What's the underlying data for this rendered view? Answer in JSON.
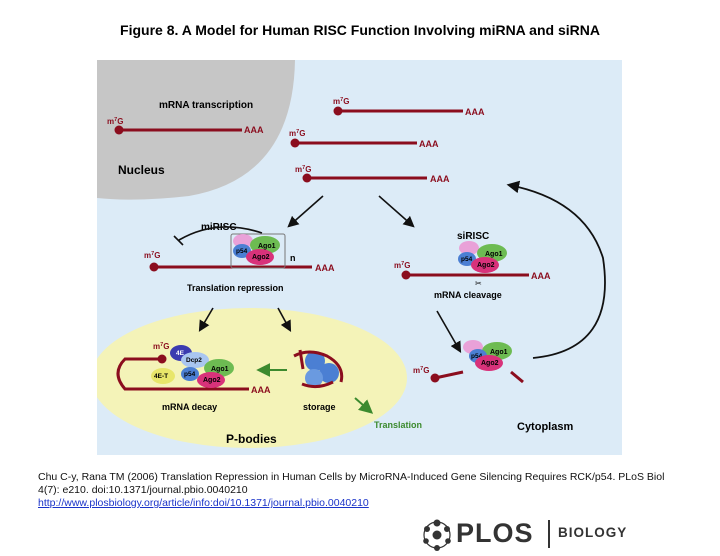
{
  "title": "Figure 8. A Model for Human RISC Function Involving miRNA and siRNA",
  "diagram": {
    "nucleus_label": "Nucleus",
    "mrna_transcription": "mRNA transcription",
    "cap_m": "m",
    "cap_sup": "7",
    "cap_g": "G",
    "poly_a": "AAA",
    "mirisc_label": "miRISC",
    "sirisc_label": "siRISC",
    "n_label": "n",
    "translation_repression": "Translation repression",
    "mrna_cleavage": "mRNA cleavage",
    "mrna_decay": "mRNA decay",
    "storage": "storage",
    "translation": "Translation",
    "pbodies": "P-bodies",
    "cytoplasm": "Cytoplasm",
    "ago1": "Ago1",
    "ago2": "Ago2",
    "p54": "p54",
    "dcp2": "Dcp2",
    "four_e": "4E",
    "four_e_t": "4E-T"
  },
  "caption": {
    "text": "Chu C-y, Rana TM (2006) Translation Repression in Human Cells by MicroRNA-Induced Gene Silencing Requires RCK/p54. PLoS Biol 4(7): e210. doi:10.1371/journal.pbio.0040210",
    "link": "http://www.plosbiology.org/article/info:doi/10.1371/journal.pbio.0040210"
  },
  "logo": {
    "word": "PLOS",
    "sub": "BIOLOGY"
  },
  "colors": {
    "background": "#dcebf7",
    "nucleus": "#c6c6c6",
    "mrna": "#8b0d1e",
    "pbody": "#f4f3b8",
    "ago1": "#6dbb52",
    "ago2": "#d8327a",
    "p54": "#4b7fd3",
    "pink_cap": "#e9a1d8",
    "arrow_green": "#3c8a2e"
  }
}
